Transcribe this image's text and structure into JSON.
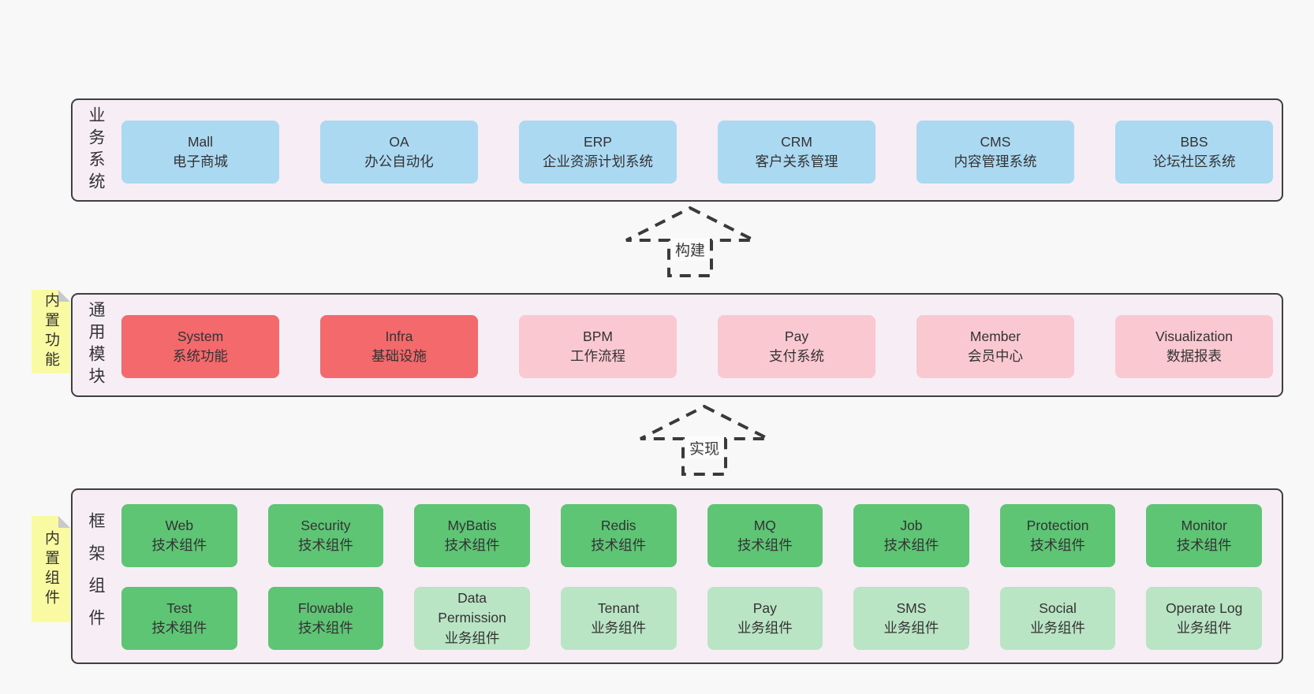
{
  "colors": {
    "page_background": "#f8f8f8",
    "band_background": "#f7edf5",
    "band_border": "#3f3f3f",
    "box_blue": "#abd9f2",
    "box_red": "#f3696c",
    "box_pink": "#fac8d1",
    "box_green": "#5ec575",
    "box_lightgreen": "#bae5c5",
    "note_yellow": "#fafaa2",
    "note_fold_gray": "#c9c9c9",
    "text": "#333333"
  },
  "arrows": [
    {
      "label": "构建"
    },
    {
      "label": "实现"
    }
  ],
  "bands": [
    {
      "id": "business-systems",
      "label": "业务系统",
      "note": null,
      "rows": [
        [
          {
            "name": "Mall",
            "subtitle": "电子商城",
            "type": "blue"
          },
          {
            "name": "OA",
            "subtitle": "办公自动化",
            "type": "blue"
          },
          {
            "name": "ERP",
            "subtitle": "企业资源计划系统",
            "type": "blue"
          },
          {
            "name": "CRM",
            "subtitle": "客户关系管理",
            "type": "blue"
          },
          {
            "name": "CMS",
            "subtitle": "内容管理系统",
            "type": "blue"
          },
          {
            "name": "BBS",
            "subtitle": "论坛社区系统",
            "type": "blue"
          }
        ]
      ]
    },
    {
      "id": "common-modules",
      "label": "通用模块",
      "note": "内置功能",
      "rows": [
        [
          {
            "name": "System",
            "subtitle": "系统功能",
            "type": "red"
          },
          {
            "name": "Infra",
            "subtitle": "基础设施",
            "type": "red"
          },
          {
            "name": "BPM",
            "subtitle": "工作流程",
            "type": "pink"
          },
          {
            "name": "Pay",
            "subtitle": "支付系统",
            "type": "pink"
          },
          {
            "name": "Member",
            "subtitle": "会员中心",
            "type": "pink"
          },
          {
            "name": "Visualization",
            "subtitle": "数据报表",
            "type": "pink"
          }
        ]
      ]
    },
    {
      "id": "framework-components",
      "label": "框架组件",
      "note": "内置组件",
      "rows": [
        [
          {
            "name": "Web",
            "subtitle": "技术组件",
            "type": "green"
          },
          {
            "name": "Security",
            "subtitle": "技术组件",
            "type": "green"
          },
          {
            "name": "MyBatis",
            "subtitle": "技术组件",
            "type": "green"
          },
          {
            "name": "Redis",
            "subtitle": "技术组件",
            "type": "green"
          },
          {
            "name": "MQ",
            "subtitle": "技术组件",
            "type": "green"
          },
          {
            "name": "Job",
            "subtitle": "技术组件",
            "type": "green"
          },
          {
            "name": "Protection",
            "subtitle": "技术组件",
            "type": "green"
          },
          {
            "name": "Monitor",
            "subtitle": "技术组件",
            "type": "green"
          }
        ],
        [
          {
            "name": "Test",
            "subtitle": "技术组件",
            "type": "green"
          },
          {
            "name": "Flowable",
            "subtitle": "技术组件",
            "type": "green"
          },
          {
            "name": "Data\nPermission",
            "subtitle": "业务组件",
            "type": "lightgreen"
          },
          {
            "name": "Tenant",
            "subtitle": "业务组件",
            "type": "lightgreen"
          },
          {
            "name": "Pay",
            "subtitle": "业务组件",
            "type": "lightgreen"
          },
          {
            "name": "SMS",
            "subtitle": "业务组件",
            "type": "lightgreen"
          },
          {
            "name": "Social",
            "subtitle": "业务组件",
            "type": "lightgreen"
          },
          {
            "name": "Operate Log",
            "subtitle": "业务组件",
            "type": "lightgreen"
          }
        ]
      ]
    }
  ]
}
